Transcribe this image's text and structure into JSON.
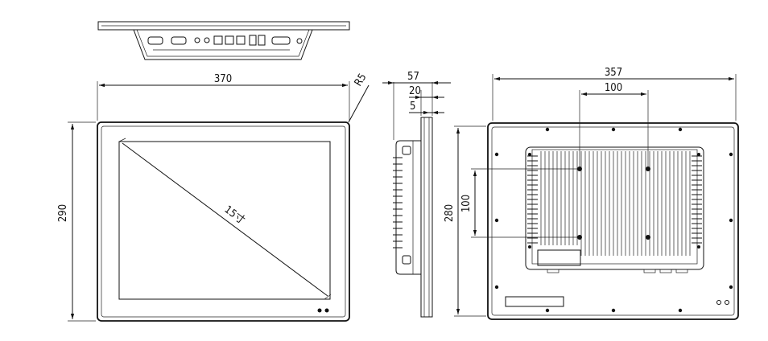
{
  "drawing": {
    "front": {
      "width_label": "370",
      "height_label": "290",
      "radius_label": "R5",
      "diagonal_label": "15寸"
    },
    "side": {
      "depth_label": "57",
      "offset_20_label": "20",
      "offset_5_label": "5"
    },
    "rear": {
      "width_label": "357",
      "mount_h_label": "100",
      "height_label": "280",
      "mount_v_label": "100"
    }
  },
  "colors": {
    "line": "#111111",
    "background": "#ffffff"
  }
}
